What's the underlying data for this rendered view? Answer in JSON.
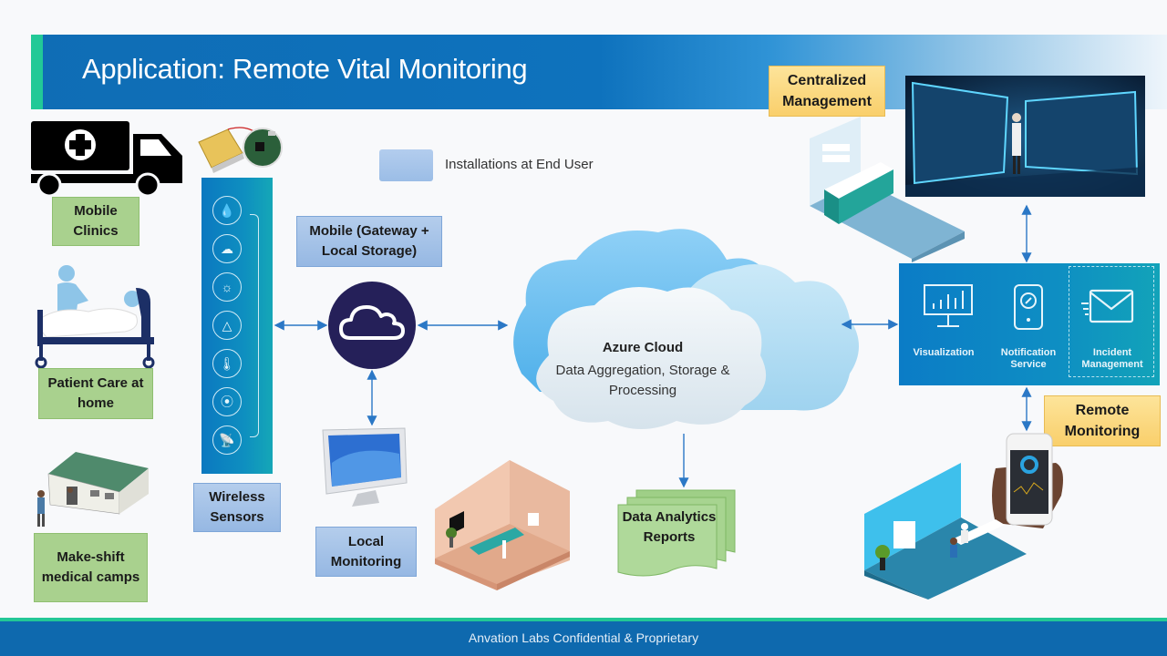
{
  "header": {
    "title": "Application: Remote Vital Monitoring"
  },
  "footer": {
    "text": "Anvation Labs Confidential & Proprietary"
  },
  "legend": {
    "label": "Installations at End User",
    "swatch_color": "#a7c5eb"
  },
  "sources": [
    {
      "label": "Mobile Clinics",
      "icon": "ambulance-truck-icon"
    },
    {
      "label": "Patient Care at home",
      "icon": "patient-bed-icon"
    },
    {
      "label": "Make-shift medical camps",
      "icon": "medical-camp-house-icon"
    }
  ],
  "sensors": {
    "label": "Wireless Sensors",
    "hardware_icon": "sensor-hardware-icon",
    "icons": [
      {
        "name": "humidity-icon",
        "glyph": "💧"
      },
      {
        "name": "weather-icon",
        "glyph": "☁"
      },
      {
        "name": "light-icon",
        "glyph": "☼"
      },
      {
        "name": "warning-icon",
        "glyph": "△"
      },
      {
        "name": "temperature-icon",
        "glyph": "🌡"
      },
      {
        "name": "proximity-icon",
        "glyph": "⦿"
      },
      {
        "name": "antenna-icon",
        "glyph": "📡"
      }
    ]
  },
  "gateway": {
    "label": "Mobile (Gateway + Local Storage)",
    "icon": "cloud-icon"
  },
  "local_monitoring": {
    "label": "Local Monitoring",
    "icon": "monitor-icon",
    "scene": "hospital-room-illustration"
  },
  "cloud": {
    "title": "Azure Cloud",
    "subtitle": "Data Aggregation, Storage & Processing"
  },
  "reports": {
    "label": "Data Analytics Reports"
  },
  "services": [
    {
      "label": "Visualization",
      "icon": "chart-monitor-icon"
    },
    {
      "label": "Notification Service",
      "icon": "phone-notification-icon"
    },
    {
      "label": "Incident Management",
      "icon": "envelope-icon"
    }
  ],
  "centralized": {
    "label": "Centralized Management"
  },
  "remote": {
    "label": "Remote Monitoring"
  },
  "colors": {
    "header_blue": "#0f6db5",
    "accent_green": "#22c997",
    "label_green": "#a9d18e",
    "label_blue": "#a7c5eb",
    "label_orange": "#fbd97f",
    "gateway_navy": "#252059",
    "arrow_blue": "#2b78c6"
  }
}
